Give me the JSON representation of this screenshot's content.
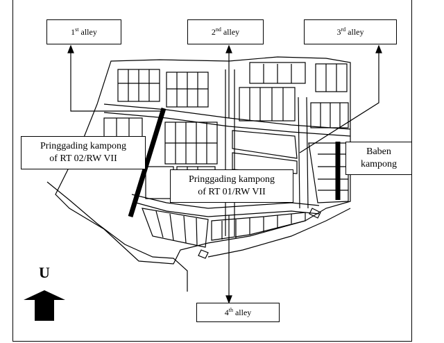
{
  "labels": {
    "alley1": {
      "num": "1",
      "suffix": "st",
      "word": "alley"
    },
    "alley2": {
      "num": "2",
      "suffix": "nd",
      "word": "alley"
    },
    "alley3": {
      "num": "3",
      "suffix": "rd",
      "word": "alley"
    },
    "alley4": {
      "num": "4",
      "suffix": "th",
      "word": "alley"
    },
    "rt02": {
      "line1": "Pringgading kampong",
      "line2": "of RT 02/RW VII"
    },
    "rt01": {
      "line1": "Pringgading kampong",
      "line2": "of RT 01/RW VII"
    },
    "baben": {
      "line1": "Baben",
      "line2": "kampong"
    }
  },
  "compass": {
    "letter": "U",
    "icon": "north-arrow-icon"
  },
  "colors": {
    "ink": "#000000",
    "paper": "#ffffff",
    "boundary": "#000000"
  }
}
